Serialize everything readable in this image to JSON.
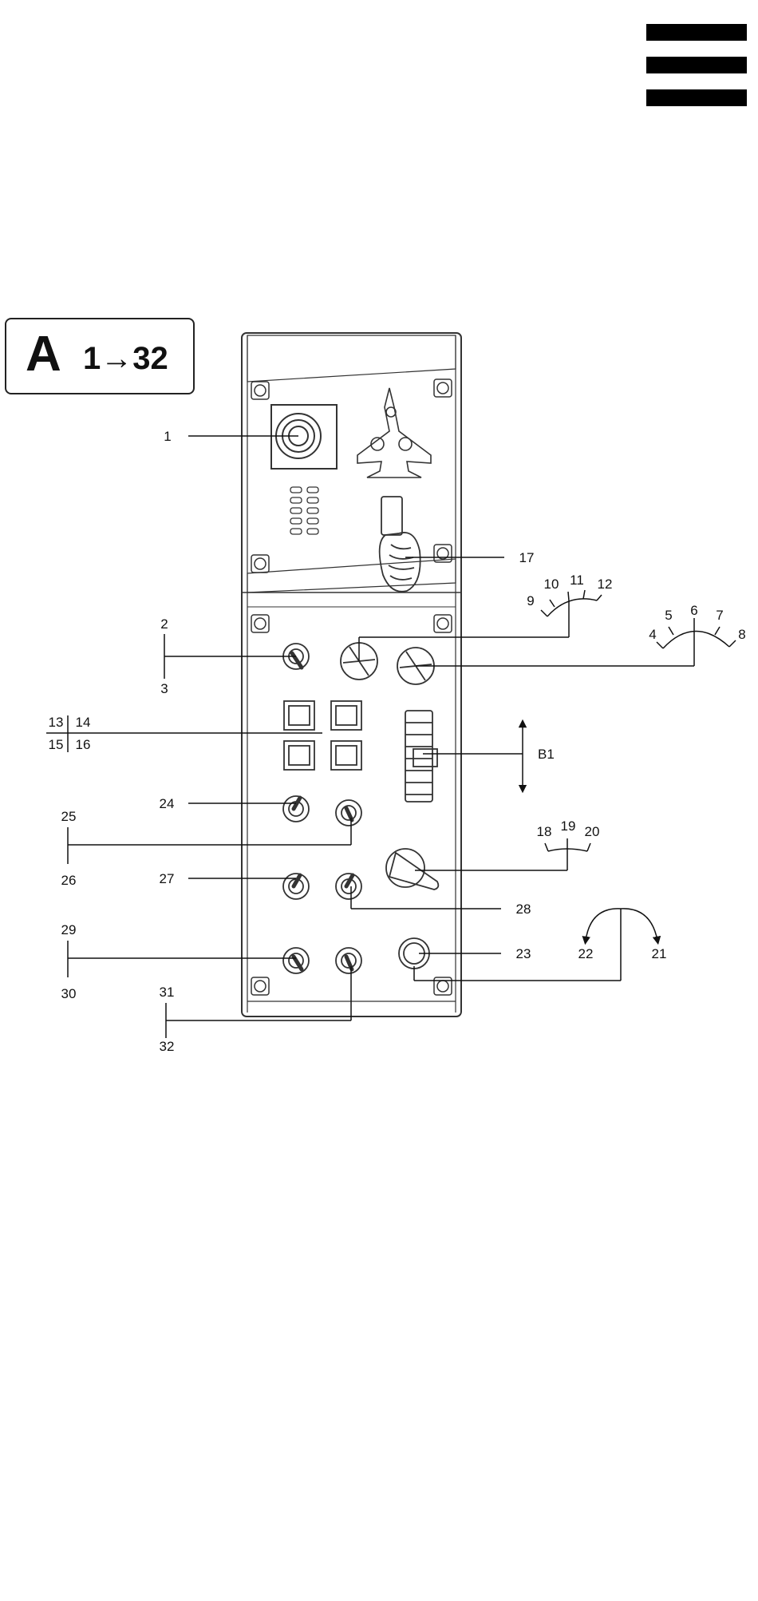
{
  "menu": {
    "icon": "hamburger-menu-icon"
  },
  "badge": {
    "letter": "A",
    "range": "1→32"
  },
  "callouts": {
    "c1": "1",
    "c2": "2",
    "c3": "3",
    "c4": "4",
    "c5": "5",
    "c6": "6",
    "c7": "7",
    "c8": "8",
    "c9": "9",
    "c10": "10",
    "c11": "11",
    "c12": "12",
    "c13": "13",
    "c14": "14",
    "c15": "15",
    "c16": "16",
    "c17": "17",
    "c18": "18",
    "c19": "19",
    "c20": "20",
    "c21": "21",
    "c22": "22",
    "c23": "23",
    "c24": "24",
    "c25": "25",
    "c26": "26",
    "c27": "27",
    "c28": "28",
    "c29": "29",
    "c30": "30",
    "c31": "31",
    "c32": "32",
    "b1": "B1"
  }
}
